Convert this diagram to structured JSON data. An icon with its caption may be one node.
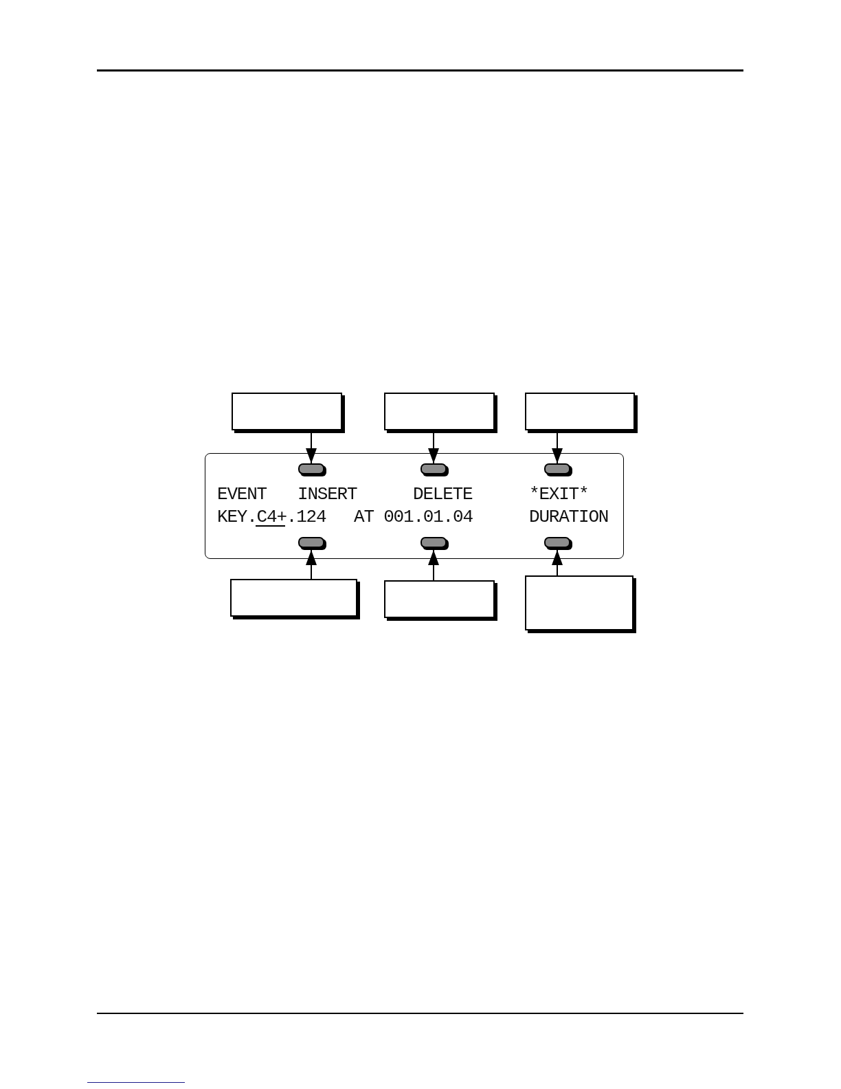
{
  "diagram": {
    "nodes": [
      {
        "text": [],
        "shape": "box"
      },
      {
        "text": [],
        "shape": "box"
      },
      {
        "text": [],
        "shape": "box"
      },
      {
        "text": [
          "EVENT",
          "INSERT",
          "DELETE",
          "*EXIT*",
          "KEY.C4+.124",
          "AT 001.01.04",
          "DURATION"
        ]
      },
      {
        "text": [],
        "shape": "button",
        "in": 3
      },
      {
        "text": [],
        "shape": "button",
        "in": 3
      },
      {
        "text": [],
        "shape": "button",
        "in": 3
      },
      {
        "text": [],
        "shape": "button",
        "in": 3
      },
      {
        "text": [],
        "shape": "button",
        "in": 3
      },
      {
        "text": [],
        "shape": "button",
        "in": 3
      },
      {
        "text": [],
        "shape": "box"
      },
      {
        "text": [],
        "shape": "box"
      },
      {
        "text": [],
        "shape": "box"
      }
    ],
    "edges": [
      {
        "from": 0,
        "to": 4,
        "arrow": "to"
      },
      {
        "from": 1,
        "to": 5,
        "arrow": "to"
      },
      {
        "from": 2,
        "to": 6,
        "arrow": "to"
      },
      {
        "from": 10,
        "to": 7,
        "arrow": "to"
      },
      {
        "from": 11,
        "to": 8,
        "arrow": "to"
      },
      {
        "from": 12,
        "to": 9,
        "arrow": "to"
      }
    ]
  }
}
